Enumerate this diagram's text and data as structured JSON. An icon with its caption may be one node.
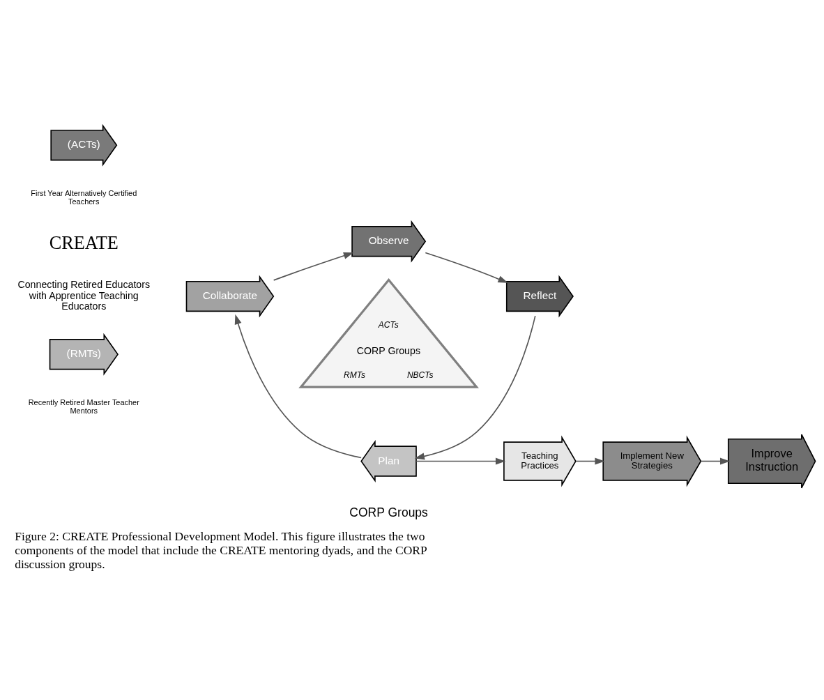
{
  "diagram": {
    "caption": "Figure 2: CREATE Professional Development Model. This figure illustrates the two components of the model that include the CREATE mentoring dyads, and the CORP discussion groups.",
    "nodes": [
      {
        "text": [
          "(ACTs)"
        ],
        "beside": [
          "First Year Alternatively Certified Teachers"
        ]
      },
      {
        "text": [
          "(RMTs)"
        ],
        "beside": [
          "Recently Retired Master Teacher Mentors"
        ]
      },
      {
        "text": [
          "Observe"
        ]
      },
      {
        "text": [
          "Reflect"
        ]
      },
      {
        "text": [
          "Plan"
        ]
      },
      {
        "text": [
          "Collaborate"
        ]
      },
      {
        "text": [
          "ACTs",
          "CORP Groups",
          "RMTs",
          "NBCTs"
        ]
      },
      {
        "text": [
          "Teaching Practices"
        ]
      },
      {
        "text": [
          "Implement New Strategies"
        ]
      },
      {
        "text": [
          "Improve Instruction"
        ]
      }
    ],
    "edges": [
      {
        "from": 2,
        "to": 3,
        "arrow": "to"
      },
      {
        "from": 3,
        "to": 4,
        "arrow": "to"
      },
      {
        "from": 4,
        "to": 5,
        "arrow": "to"
      },
      {
        "from": 5,
        "to": 2,
        "arrow": "to"
      },
      {
        "from": 4,
        "to": 7,
        "arrow": "to"
      },
      {
        "from": 7,
        "to": 8,
        "arrow": "to"
      },
      {
        "from": 8,
        "to": 9,
        "arrow": "to"
      }
    ],
    "labels": [
      "CREATE",
      "Connecting Retired Educators with Apprentice Teaching Educators",
      "CORP Groups"
    ]
  }
}
